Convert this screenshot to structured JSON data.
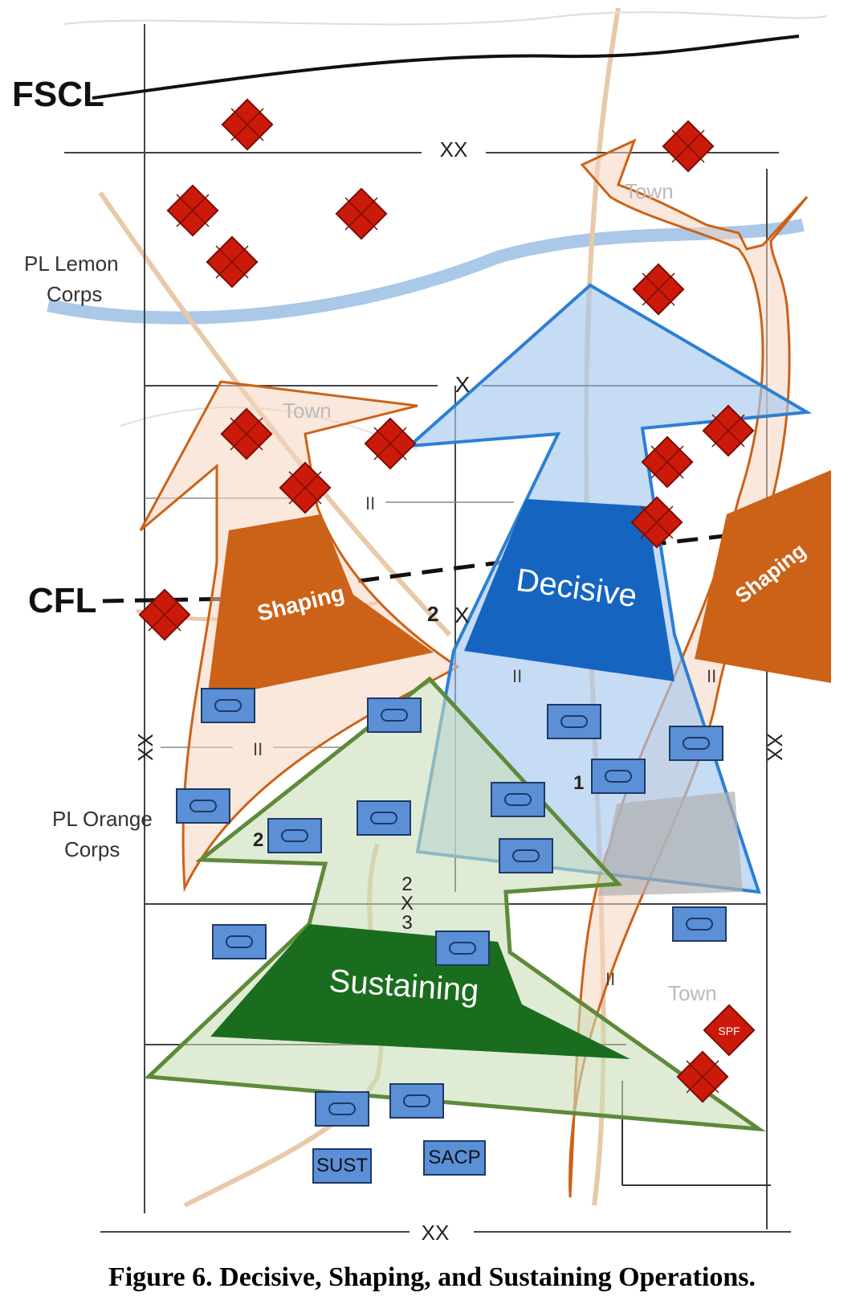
{
  "map": {
    "fscl": "FSCL",
    "cfl": "CFL",
    "pl_lemon": "PL Lemon",
    "pl_lemon_unit": "Corps",
    "pl_orange": "PL Orange",
    "pl_orange_unit": "Corps",
    "town": "Town",
    "boundary_division": "XX",
    "boundary_brigade": "X",
    "boundary_battalion": "II",
    "brigade_2x3": [
      "2",
      "X",
      "3"
    ],
    "numeral_1": "1",
    "numeral_2": "2"
  },
  "operations": {
    "decisive": "Decisive",
    "shaping": "Shaping",
    "sustaining": "Sustaining"
  },
  "sustainment_labels": {
    "sust": "SUST",
    "sacp": "SACP",
    "spf": "SPF"
  },
  "colors": {
    "friendly_blue": "#5b8fd6",
    "enemy_red": "#cc1a0a",
    "decisive_blue": "#1565c0",
    "shaping_orange": "#cc6218",
    "sustaining_green": "#1a6d1e",
    "river": "#aac8e8"
  },
  "caption": "Figure 6. Decisive, Shaping, and Sustaining Operations."
}
